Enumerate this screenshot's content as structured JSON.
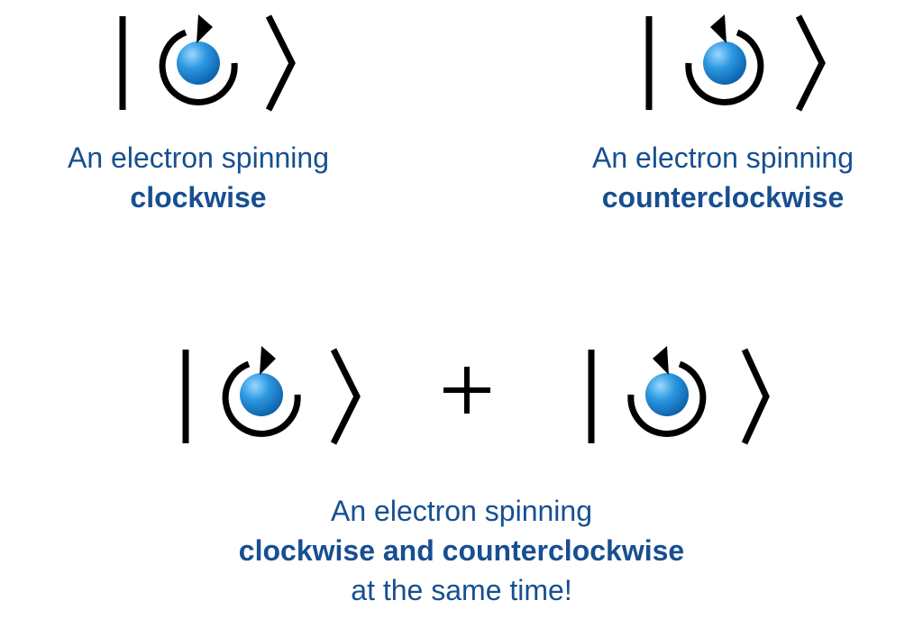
{
  "states": {
    "clockwise": {
      "icon": "clockwise-arrow-icon",
      "caption_line1": "An electron spinning",
      "caption_line2": "clockwise"
    },
    "counterclockwise": {
      "icon": "counterclockwise-arrow-icon",
      "caption_line1": "An electron spinning",
      "caption_line2": "counterclockwise"
    }
  },
  "superposition": {
    "operator": "+",
    "caption_line1": "An electron spinning",
    "caption_line2": "clockwise and counterclockwise",
    "caption_line3": "at the same time!"
  },
  "colors": {
    "caption_text": "#174f91",
    "electron": "#1f8fdc",
    "electron_highlight": "#8fd3ff",
    "electron_shadow": "#0a5fa8",
    "ket_stroke": "#000000"
  }
}
